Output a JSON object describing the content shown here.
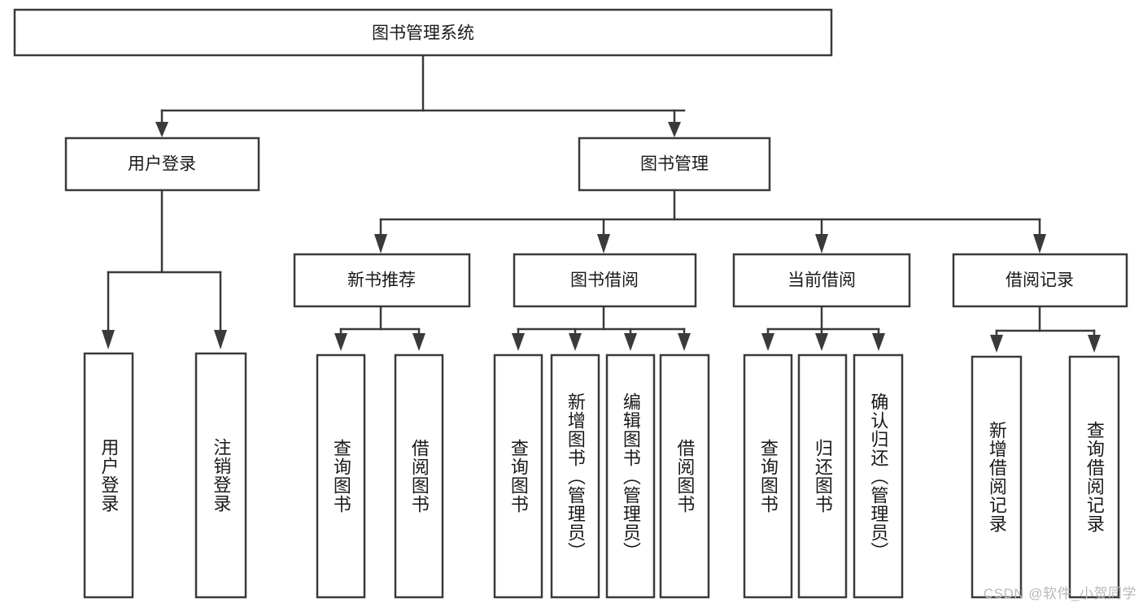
{
  "diagram": {
    "title": "图书管理系统",
    "watermark": "CSDN @软件_小贺同学",
    "type": "hierarchy-tree",
    "colors": {
      "stroke": "#3a3a3a",
      "fill": "#ffffff",
      "text": "#1a1a1a",
      "watermark": "#b9b9b9",
      "background": "#ffffff"
    },
    "levels": {
      "root": {
        "label": "图书管理系统"
      },
      "level2": [
        {
          "label": "用户登录"
        },
        {
          "label": "图书管理"
        }
      ],
      "level3": [
        {
          "label": "新书推荐"
        },
        {
          "label": "图书借阅"
        },
        {
          "label": "当前借阅"
        },
        {
          "label": "借阅记录"
        }
      ],
      "leaves": {
        "user_login": [
          {
            "label": "用户登录"
          },
          {
            "label": "注销登录"
          }
        ],
        "new_book": [
          {
            "label": "查询图书"
          },
          {
            "label": "借阅图书"
          }
        ],
        "book_borrow": [
          {
            "label": "查询图书"
          },
          {
            "label": "新增图书（管理员）"
          },
          {
            "label": "编辑图书（管理员）"
          },
          {
            "label": "借阅图书"
          }
        ],
        "current_borrow": [
          {
            "label": "查询图书"
          },
          {
            "label": "归还图书"
          },
          {
            "label": "确认归还（管理员）"
          }
        ],
        "borrow_record": [
          {
            "label": "新增借阅记录"
          },
          {
            "label": "查询借阅记录"
          }
        ]
      }
    }
  }
}
